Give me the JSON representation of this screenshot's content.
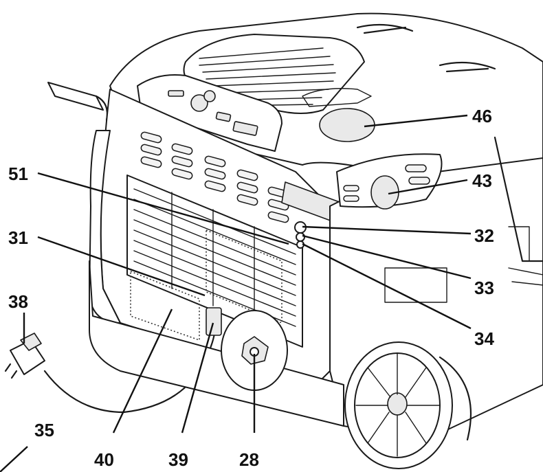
{
  "figure": {
    "callouts": [
      {
        "id": "c51",
        "label": "51"
      },
      {
        "id": "c31",
        "label": "31"
      },
      {
        "id": "c38",
        "label": "38"
      },
      {
        "id": "c35",
        "label": "35"
      },
      {
        "id": "c40",
        "label": "40"
      },
      {
        "id": "c39",
        "label": "39"
      },
      {
        "id": "c28",
        "label": "28"
      },
      {
        "id": "c46",
        "label": "46"
      },
      {
        "id": "c43",
        "label": "43"
      },
      {
        "id": "c32",
        "label": "32"
      },
      {
        "id": "c33",
        "label": "33"
      },
      {
        "id": "c34",
        "label": "34"
      }
    ]
  }
}
